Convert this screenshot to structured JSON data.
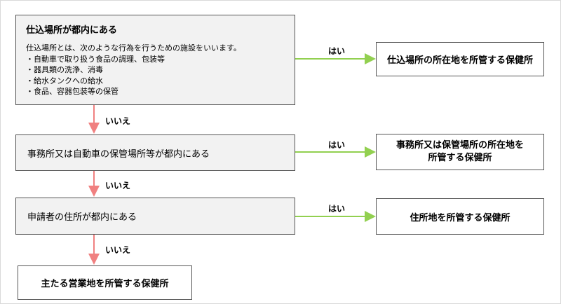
{
  "q1": {
    "title": "仕込場所が都内にある",
    "intro": "仕込場所とは、次のような行為を行うための施設をいいます。",
    "items": [
      "・自動車で取り扱う食品の調理、包装等",
      "・器具類の洗浄、消毒",
      "・給水タンクへの給水",
      "・食品、容器包装等の保管"
    ]
  },
  "q2": {
    "text": "事務所又は自動車の保管場所等が都内にある"
  },
  "q3": {
    "text": "申請者の住所が都内にある"
  },
  "results": {
    "r1": "仕込場所の所在地を所管する保健所",
    "r2_line1": "事務所又は保管場所の所在地を",
    "r2_line2": "所管する保健所",
    "r3": "住所地を所管する保健所",
    "r4": "主たる営業地を所管する保健所"
  },
  "labels": {
    "yes1": "はい",
    "yes2": "はい",
    "yes3": "はい",
    "no1": "いいえ",
    "no2": "いいえ",
    "no3": "いいえ"
  },
  "colors": {
    "yes_arrow": "#92d050",
    "no_arrow": "#f08080",
    "box_border": "#555555",
    "box_fill": "#f2f2f2"
  }
}
